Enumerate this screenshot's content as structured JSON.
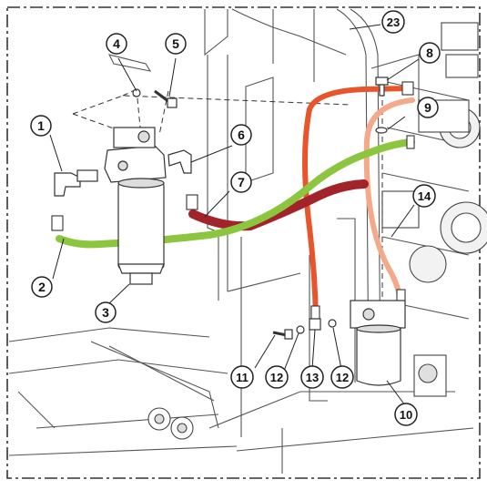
{
  "callouts": [
    {
      "id": "c1",
      "label": "1"
    },
    {
      "id": "c2",
      "label": "2"
    },
    {
      "id": "c3",
      "label": "3"
    },
    {
      "id": "c4",
      "label": "4"
    },
    {
      "id": "c5",
      "label": "5"
    },
    {
      "id": "c6",
      "label": "6"
    },
    {
      "id": "c7",
      "label": "7"
    },
    {
      "id": "c8",
      "label": "8"
    },
    {
      "id": "c9",
      "label": "9"
    },
    {
      "id": "c10",
      "label": "10"
    },
    {
      "id": "c11",
      "label": "11"
    },
    {
      "id": "c12a",
      "label": "12"
    },
    {
      "id": "c13",
      "label": "13"
    },
    {
      "id": "c12b",
      "label": "12"
    },
    {
      "id": "c14",
      "label": "14"
    },
    {
      "id": "c23",
      "label": "23"
    }
  ],
  "colors": {
    "green_hose": "#8cc63f",
    "dark_red_hose": "#a3232b",
    "orange_hose": "#e8542b",
    "pink_hose": "#f4a98a",
    "line_art": "#2b2b2b",
    "frame_fill": "#ffffff"
  }
}
